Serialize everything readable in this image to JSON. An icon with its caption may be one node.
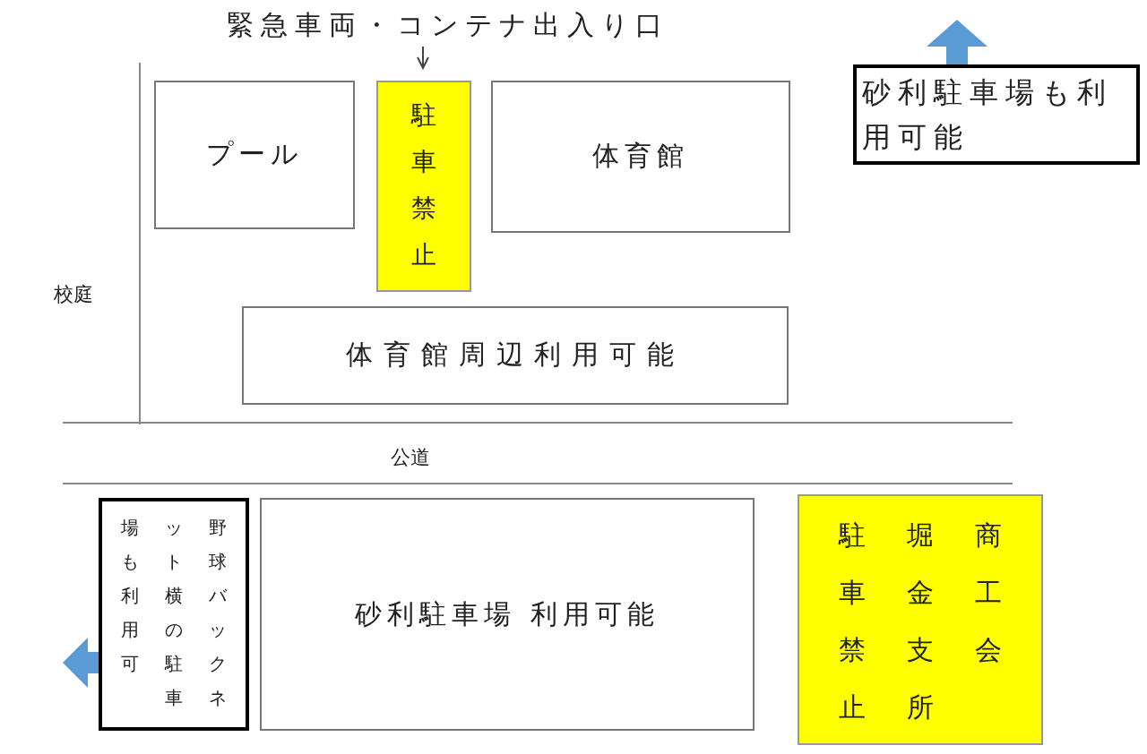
{
  "diagram": {
    "nodes": [
      {
        "text": [
          "緊急車両・コンテナ出入り口"
        ]
      },
      {
        "text": [
          "プール"
        ]
      },
      {
        "text": [
          "駐車禁止"
        ]
      },
      {
        "text": [
          "体育館"
        ]
      },
      {
        "text": [
          "砂利駐車場も利用可能"
        ]
      },
      {
        "text": [
          "体育館周辺利用可能"
        ]
      },
      {
        "text": [
          "野球バックネット横の駐車場も利用可"
        ]
      },
      {
        "text": [
          "砂利駐車場 利用可能"
        ]
      },
      {
        "text": [
          "駐車禁止",
          "堀金支所",
          "商工会"
        ]
      }
    ],
    "edges": [
      {
        "from": 0,
        "to": 2,
        "arrow": "to"
      }
    ],
    "labels": [
      "校庭",
      "公道"
    ]
  }
}
